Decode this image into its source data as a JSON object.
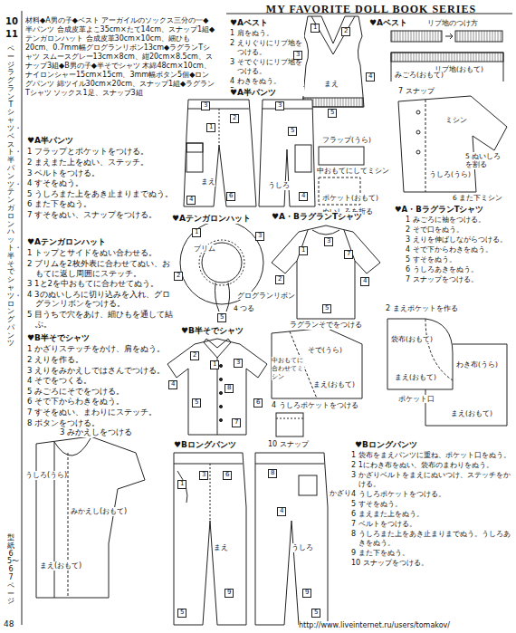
{
  "diagram": {
    "title": "MY FAVORITE DOLL BOOK SERIES",
    "labels": [
      "10",
      "11",
      "ページラグランTシャツ・ベスト・半パンツ・テンガロンハット・半そでシャツ・ロングパンツ",
      "型紙65〜67ページ",
      "48",
      "材料◆A男の子◆ベスト アーガイルのソックス三分の一◆半パンツ 合成皮革よこ35cm×たて14cm、スナップ1組◆テンガロンハット 合成皮革30cm×10cm、細ひも20cm、0.7mm幅グログランリボン13cm◆ラグランTシャツ スムースグレー13cm×8cm、紺20cm×8.5cm、スナップ3組◆B男の子◆半そでシャツ 木綿48cm×10cm、ナイロンシャー15cm×15cm、3mm幅ボタン5個◆ロングパンツ 綿ツイル30cm×20cm、スナップ1組◆ラグランTシャツ ソックス1足、スナップ3組",
      "♥A半パンツ",
      "1 フラップとポケットをつける。",
      "2 まえまた上をぬい、ステッチ。",
      "3 ベルトをつける。",
      "4 すそをぬう。",
      "5 うしろまた上をあき止まりまでぬう。",
      "6 また下をぬう。",
      "7 すそをぬい、スナップをつける。",
      "♥Aテンガロンハット",
      "1 トップとサイドをぬい合わせる。",
      "2 ブリムを2枚外表に合わせてぬい、おもてに返し周囲にステッチ。",
      "3 1と2を中おもてに合わせてぬう。",
      "4 3のぬいしろに切り込みを入れ、グログランリボンをつける。",
      "5 目うちで穴をあけ、細ひもを通して結ぶ。",
      "♥B半そでシャツ",
      "1 かざりステッチをかけ、肩をぬう。",
      "2 えりを作る。",
      "3 えりをみかえしではさんでつける。",
      "4 そでをつくる。",
      "5 みごろにそでをつける。",
      "6 そで下からわきをぬう。",
      "7 すそをぬい、まわりにステッチ。",
      "8 ボタンをつける。",
      "3 みかえしをつける",
      "うしろ(うら)",
      "みかえし(おもて)",
      "まえ(おもて)",
      "♥Aベスト",
      "1 肩をぬう。",
      "2 えりぐりにリブ地をつける。",
      "3 そでぐりにリブ地をつける。",
      "4 わきをぬう。",
      "5 すそをぬう。",
      "♥Aベスト",
      "まえ",
      "リブ地のつけ方",
      "リブ地(おもて)",
      "みごろ(おもて)",
      "♥A半パンツ",
      "フラップ(うら)",
      "中おもてにしてミシン",
      "ポケット(おもて)",
      "ぬいしろを折る",
      "まえ",
      "うしろ",
      "7 スナップ",
      "5 ぬいしろを割る",
      "ミシン",
      "うしろ(うら)",
      "6 また下ミシン",
      "♥Aテンガロンハット",
      "グログランリボン",
      "ブリム",
      "4 つる",
      "♥A・BラグランTシャツ",
      "♥A・BラグランTシャツ",
      "1 みごろに袖をつける。",
      "2 そで口をぬう。",
      "3 えりを伸ばしながらつける。",
      "4 そで下からわきをぬう。",
      "5 すそをぬう。",
      "6 うしろあきをぬう。",
      "7 スナップをつける。",
      "ラグランそでをつける",
      "そで(うら)",
      "まえ(おもて)",
      "中おもてに合わせてミシン",
      "4 うしろポケットをつける",
      "♥B半そでシャツ",
      "2 まえポケットを作る",
      "袋布(おもて)",
      "まえ(おもて)",
      "わき布(うら)",
      "ポケット口",
      "まえ(おもて)",
      "♥Bロングパンツ",
      "10 スナップ",
      "かざりベルト",
      "まえ",
      "うしろ",
      "♥Bロングパンツ",
      "1 袋布をまえパンツに重ね、ポケット口をぬう。",
      "2 1にわき布をぬい、袋布のまわりをぬう。",
      "3 かざりベルトをまえにぬいつけ、ステッチをかける。",
      "4 うしろポケットをつける。",
      "5 すそをぬう。",
      "6 まえまた上をぬう。",
      "7 ベルトをつける。",
      "8 うしろまた上をあき止まりまでぬう。うしろあきをぬう。",
      "9 また下をぬう。",
      "10 スナップをつける。",
      "http://www.liveinternet.ru/users/tomakov/",
      "1",
      "2",
      "3",
      "4",
      "5",
      "1",
      "2",
      "3",
      "4",
      "6",
      "5",
      "3",
      "4",
      "1",
      "2",
      "3",
      "5",
      "1",
      "2",
      "3",
      "4",
      "5",
      "7",
      "1",
      "2",
      "3",
      "4",
      "5",
      "6",
      "7",
      "8",
      "1",
      "3",
      "6",
      "5",
      "9",
      "4",
      "8",
      "9",
      "5"
    ]
  }
}
